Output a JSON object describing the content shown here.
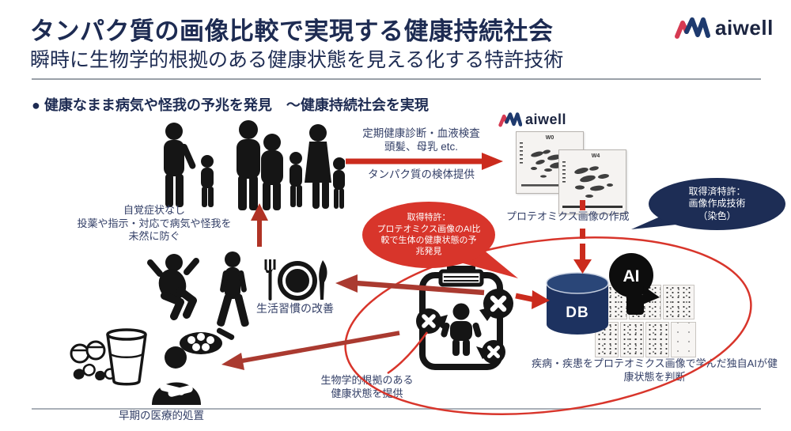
{
  "header": {
    "title": "タンパク質の画像比較で実現する健康持続社会",
    "subtitle": "瞬時に生物学的根拠のある健康状態を見える化する特許技術",
    "brand": "aiwell"
  },
  "section_heading": "● 健康なまま病気や怪我の予兆を発見　～健康持続社会を実現",
  "labels": {
    "checkup_line1": "定期健康診断・血液検査",
    "checkup_line2": "頭髪、母乳 etc.",
    "sample_provide": "タンパク質の検体提供",
    "gel_brand": "aiwell",
    "gel_w0": "W0",
    "gel_w4": "W4",
    "proteomics_caption": "プロテオミクス画像の作成",
    "no_symptom_line1": "自覚症状なし",
    "no_symptom_line2": "投薬や指示・対応で病気や怪我を",
    "no_symptom_line3": "未然に防ぐ",
    "lifestyle": "生活習慣の改善",
    "db": "DB",
    "ai": "AI",
    "ai_judge_line1": "疾病・疾患をプロテオミクス画像で学んだ独自AIが健",
    "ai_judge_line2": "康状態を判断",
    "evidence_line1": "生物学的根拠のある",
    "evidence_line2": "健康状態を提供",
    "treatment": "早期の医療的処置"
  },
  "bubbles": {
    "navy": {
      "line1": "取得済特許：",
      "line2": "画像作成技術",
      "line3": "（染色）"
    },
    "red": {
      "line1": "取得特許：",
      "line2": "プロテオミクス画像のAI比",
      "line3": "較で生体の健康状態の予",
      "line4": "兆発見"
    }
  },
  "colors": {
    "title_navy": "#1d2b52",
    "text_navy": "#323e66",
    "bubble_red": "#d8352b",
    "bubble_navy": "#1d2d55",
    "arrow_bright_red": "#cb2b1d",
    "arrow_dark_red": "#aa3a30",
    "db_navy": "#1d3260",
    "silhouette_black": "#151515"
  }
}
